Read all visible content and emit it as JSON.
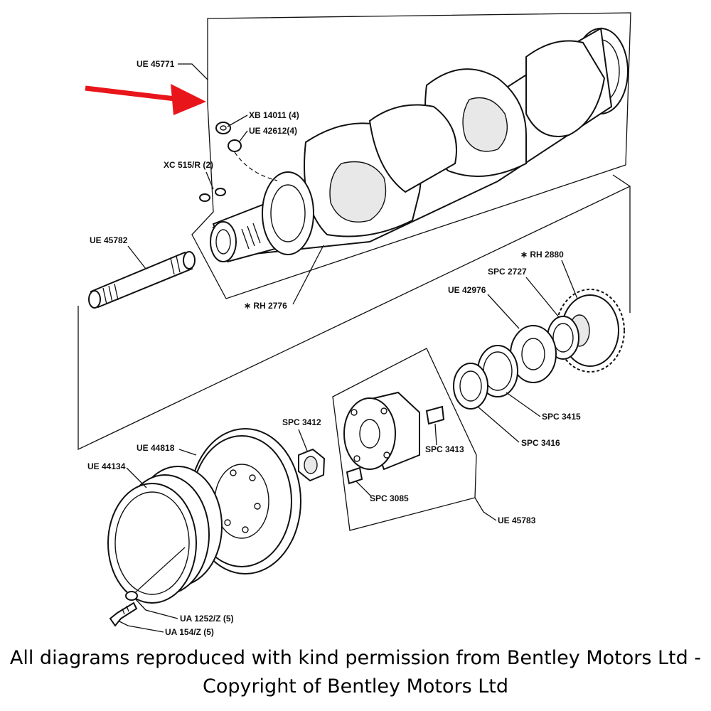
{
  "labels": {
    "ue45771": "UE 45771",
    "xb14011": "XB 14011 (4)",
    "ue42612": "UE 42612(4)",
    "xc515r": "XC 515/R (2)",
    "ue45782": "UE 45782",
    "rh2776": "∗ RH 2776",
    "rh2880": "∗ RH 2880",
    "spc2727": "SPC 2727",
    "ue42976": "UE 42976",
    "spc3415": "SPC 3415",
    "spc3416": "SPC 3416",
    "spc3412": "SPC 3412",
    "spc3413": "SPC 3413",
    "spc3085": "SPC 3085",
    "ue44818": "UE 44818",
    "ue44134": "UE 44134",
    "ue45783": "UE 45783",
    "ua1252z": "UA 1252/Z (5)",
    "ua154z": "UA 154/Z (5)"
  },
  "caption": {
    "line1": "All diagrams reproduced with kind permission from Bentley Motors Ltd -",
    "line2": "Copyright of Bentley Motors Ltd"
  },
  "colors": {
    "arrow": "#e8151b",
    "ink": "#111111"
  }
}
